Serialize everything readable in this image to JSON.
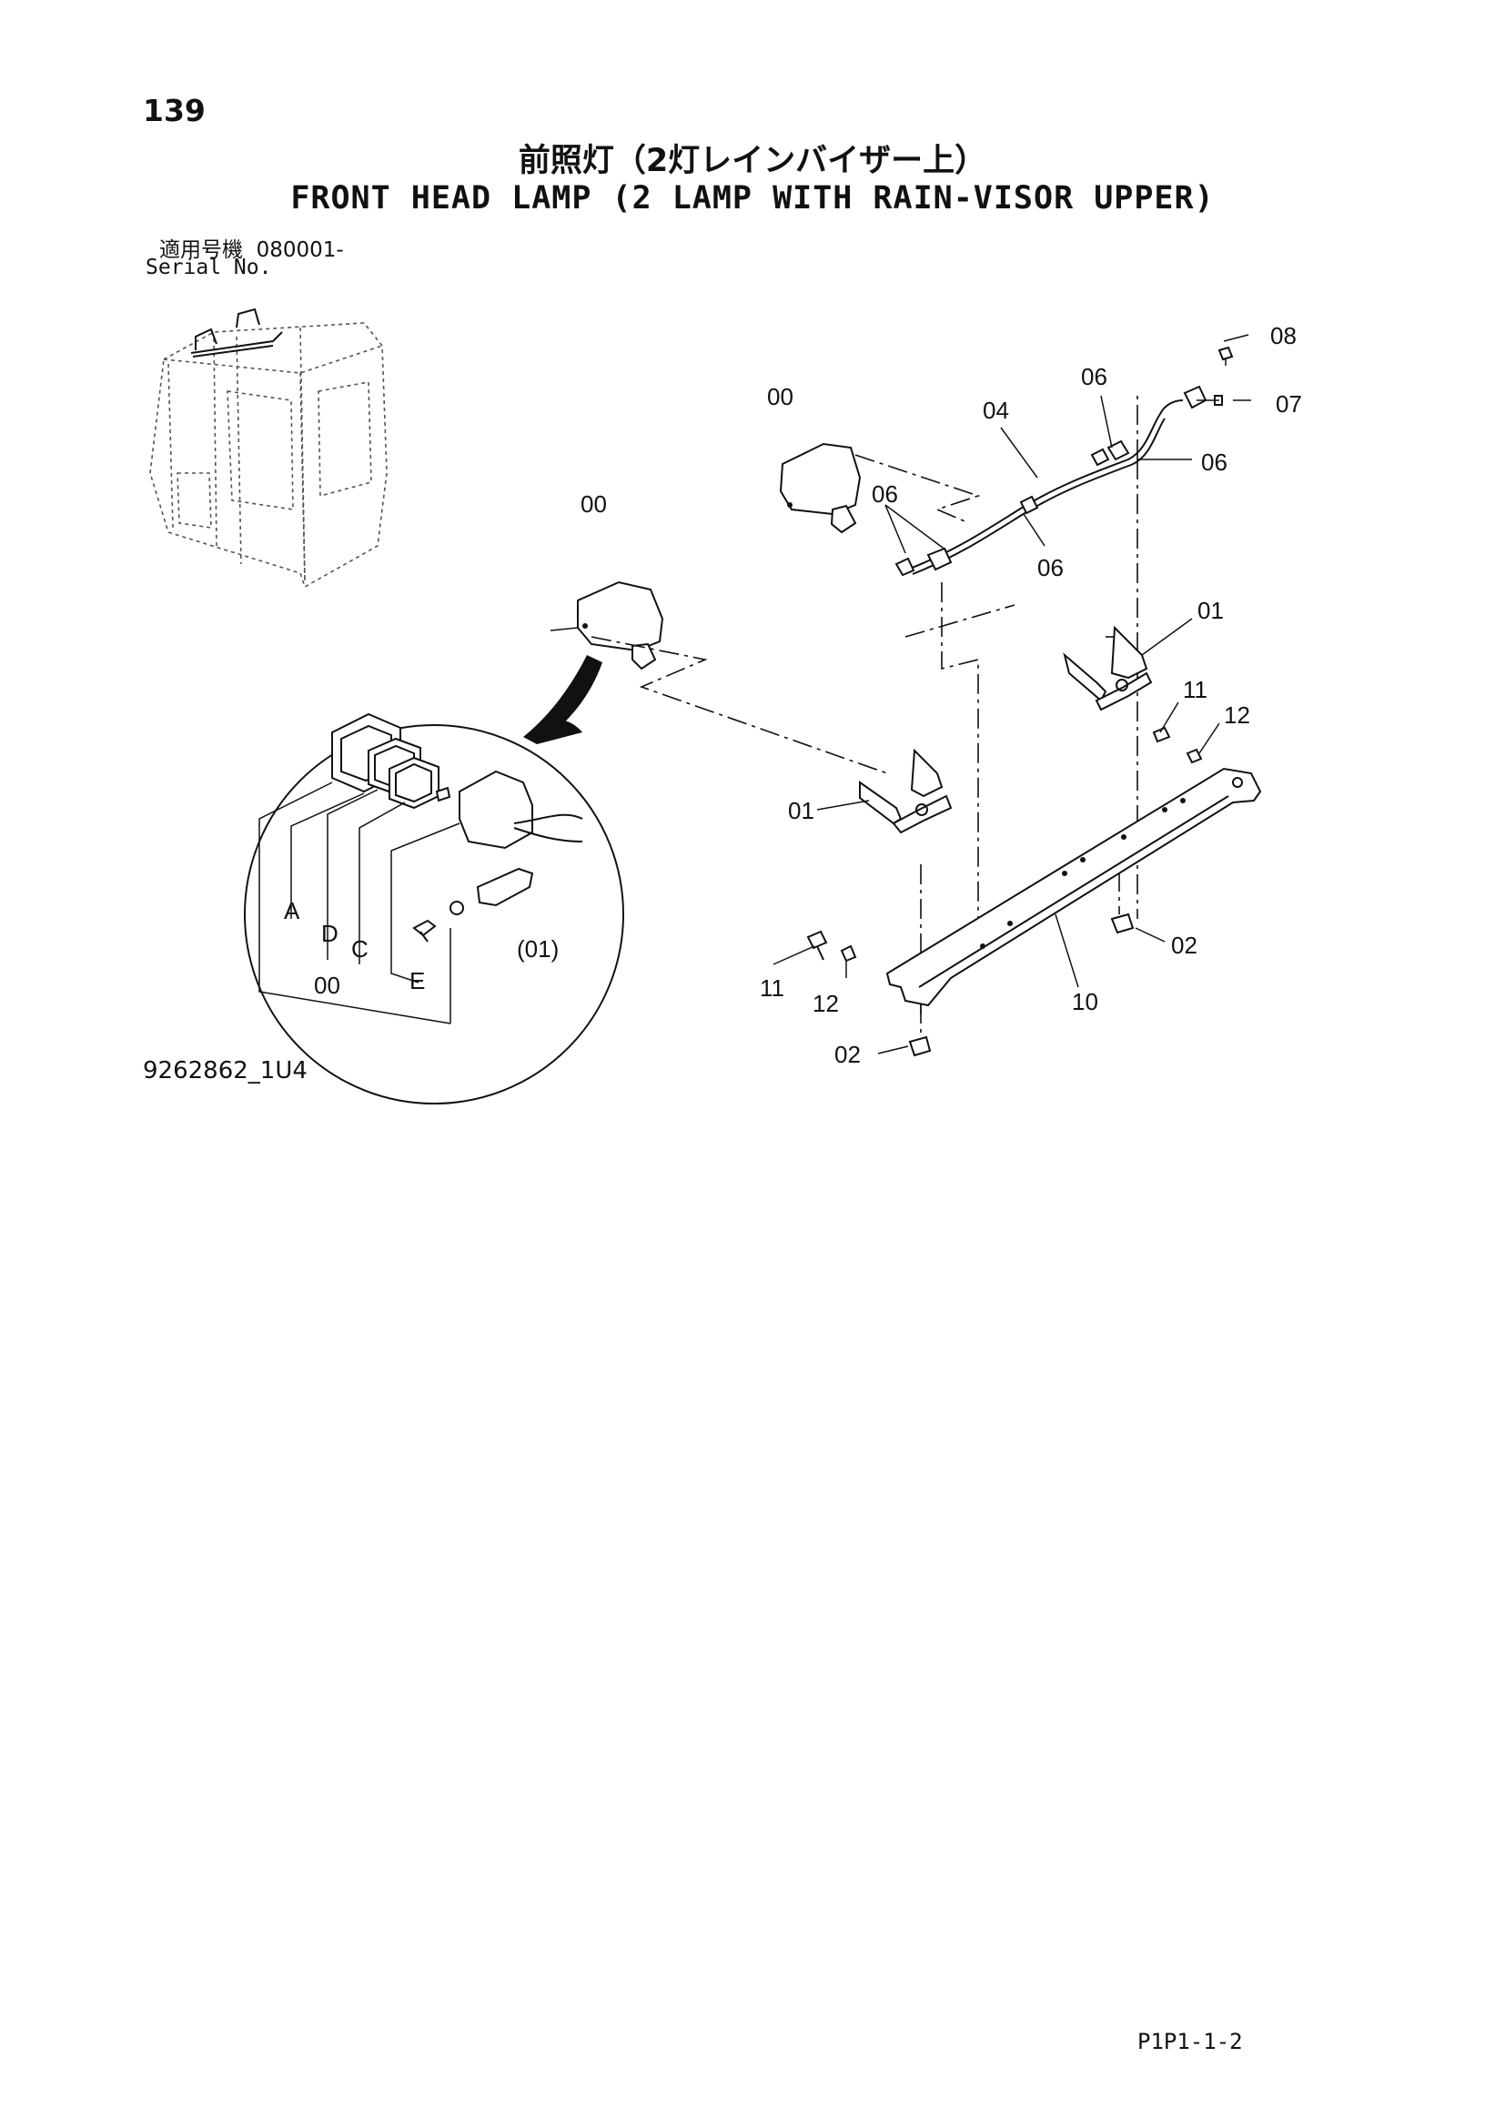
{
  "page": {
    "number": "139",
    "title_jp": "前照灯（2灯レインバイザー上）",
    "title_en": "FRONT HEAD LAMP (2 LAMP WITH RAIN-VISOR UPPER)",
    "serial_label_jp": "適用号機",
    "serial_value": "080001-",
    "serial_label_en": "Serial No.",
    "figure_code": "9262862_1U4",
    "page_code": "P1P1-1-2"
  },
  "callouts": {
    "c00_left": "00",
    "c00_right": "00",
    "c04": "04",
    "c06_top": "06",
    "c06_right": "06",
    "c06_left": "06",
    "c06_mid": "06",
    "c07": "07",
    "c08": "08",
    "c01_right": "01",
    "c01_left": "01",
    "c11_right": "11",
    "c12_right": "12",
    "c02_right": "02",
    "c10": "10",
    "c11_left": "11",
    "c12_left": "12",
    "c02_bottom": "02"
  },
  "detail": {
    "A": "A",
    "D": "D",
    "C": "C",
    "E": "E",
    "item00": "00",
    "item01": "(01)"
  }
}
